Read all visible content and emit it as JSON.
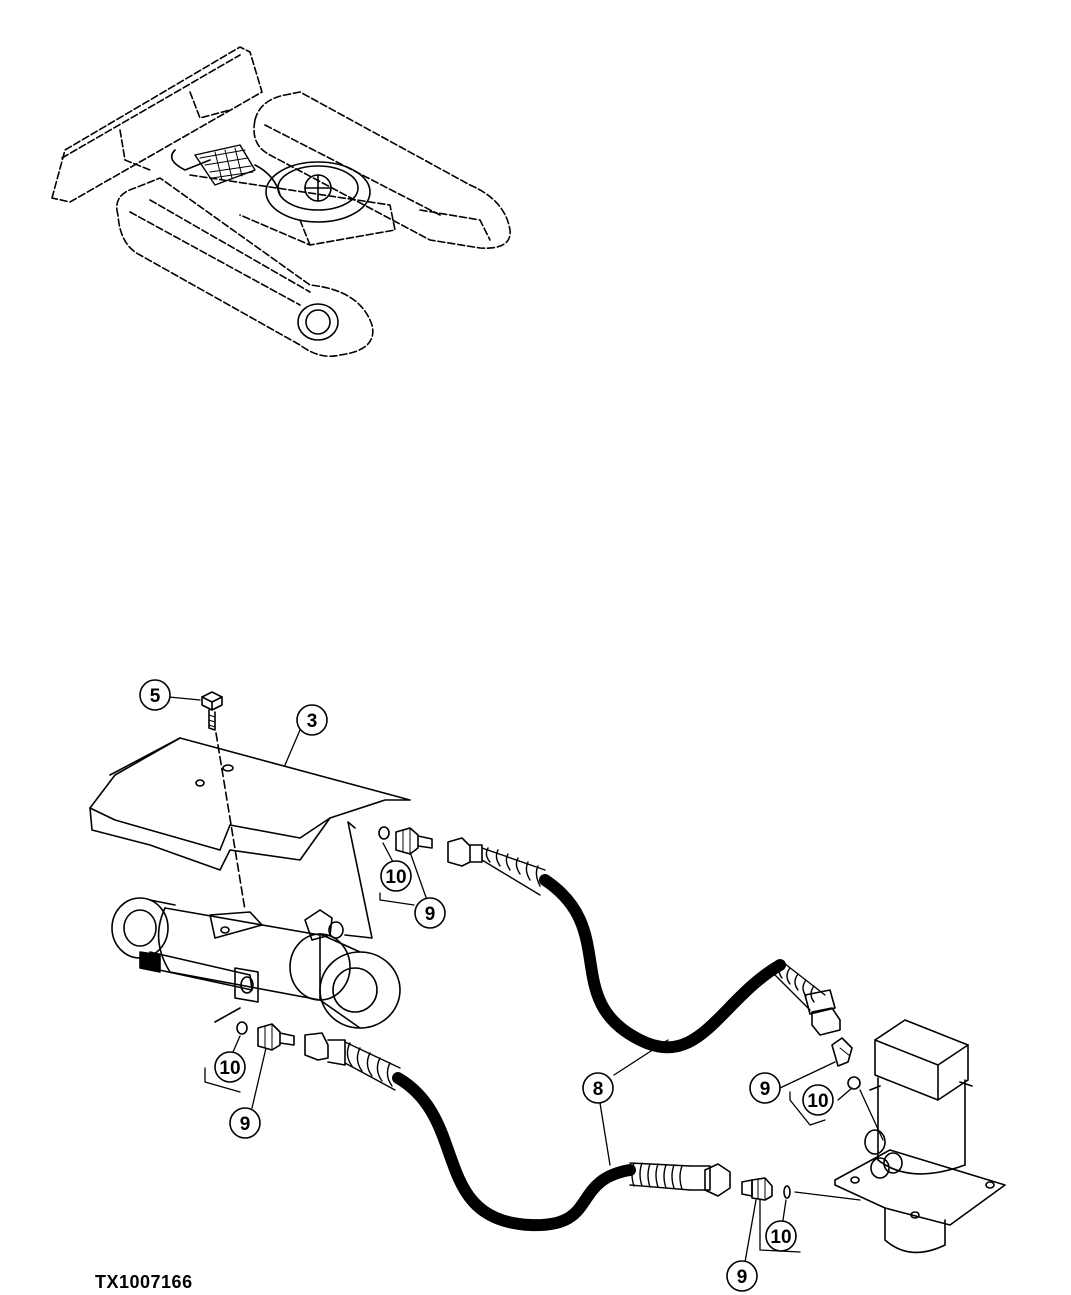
{
  "figure_id": "TX1007166",
  "callouts": {
    "c5": "5",
    "c3": "3",
    "c10a": "10",
    "c9a": "9",
    "c10b": "10",
    "c9b": "9",
    "c8": "8",
    "c9c": "9",
    "c10c": "10",
    "c10d": "10",
    "c9d": "9"
  },
  "colors": {
    "line": "#000000",
    "background": "#ffffff"
  }
}
